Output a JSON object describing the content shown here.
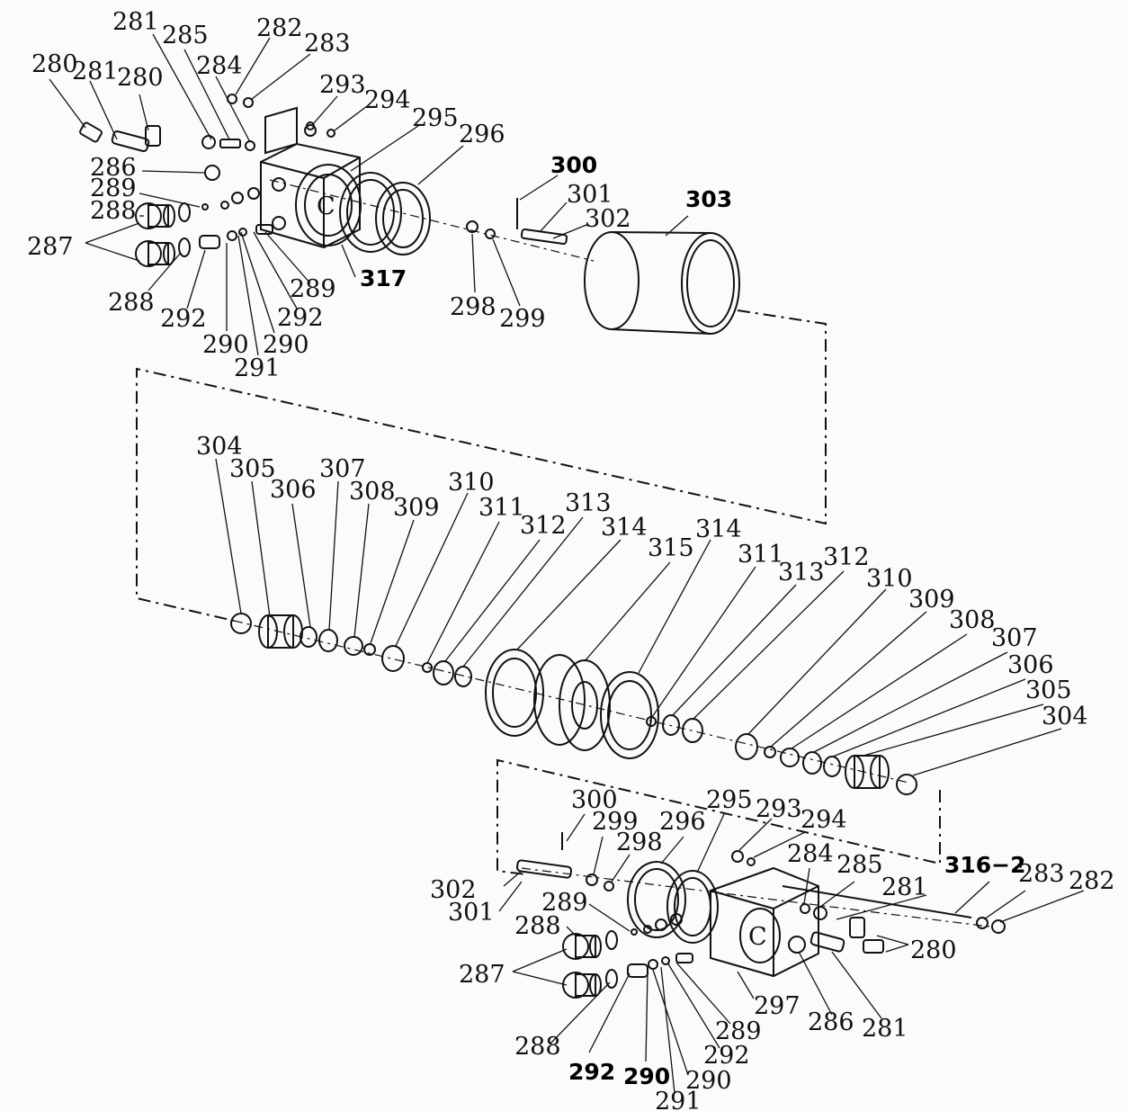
{
  "labels": {
    "top": {
      "l280a": "280",
      "l281a": "281",
      "l280b": "280",
      "l281b": "281",
      "l285": "285",
      "l284": "284",
      "l282": "282",
      "l283": "283",
      "l293": "293",
      "l294": "294",
      "l295": "295",
      "l296": "296",
      "l286": "286",
      "l289a": "289",
      "l288a": "288",
      "l287": "287",
      "l288b": "288",
      "l292a": "292",
      "l290a": "290",
      "l291": "291",
      "l290b": "290",
      "l292b": "292",
      "l289b": "289",
      "l317": "317",
      "l300": "300",
      "l301": "301",
      "l302": "302",
      "l303": "303",
      "l298": "298",
      "l299": "299"
    },
    "middle": {
      "l304a": "304",
      "l305a": "305",
      "l306a": "306",
      "l307a": "307",
      "l308a": "308",
      "l309a": "309",
      "l310a": "310",
      "l311a": "311",
      "l313a": "313",
      "l312a": "312",
      "l314a": "314",
      "l315": "315",
      "l314b": "314",
      "l311b": "311",
      "l313b": "313",
      "l312b": "312",
      "l310b": "310",
      "l309b": "309",
      "l308b": "308",
      "l307b": "307",
      "l306b": "306",
      "l305b": "305",
      "l304b": "304"
    },
    "bottom": {
      "l300": "300",
      "l299": "299",
      "l296": "296",
      "l298": "298",
      "l295": "295",
      "l293": "293",
      "l294": "294",
      "l284": "284",
      "l285": "285",
      "l281a": "281",
      "l3162": "316−2",
      "l283": "283",
      "l282": "282",
      "l302": "302",
      "l301": "301",
      "l289a": "289",
      "l288a": "288",
      "l287": "287",
      "l280": "280",
      "l297": "297",
      "l286": "286",
      "l281b": "281",
      "l289b": "289",
      "l292a": "292",
      "l288b": "288",
      "l292b": "292",
      "l290a": "290",
      "l290b": "290",
      "l291": "291"
    }
  }
}
